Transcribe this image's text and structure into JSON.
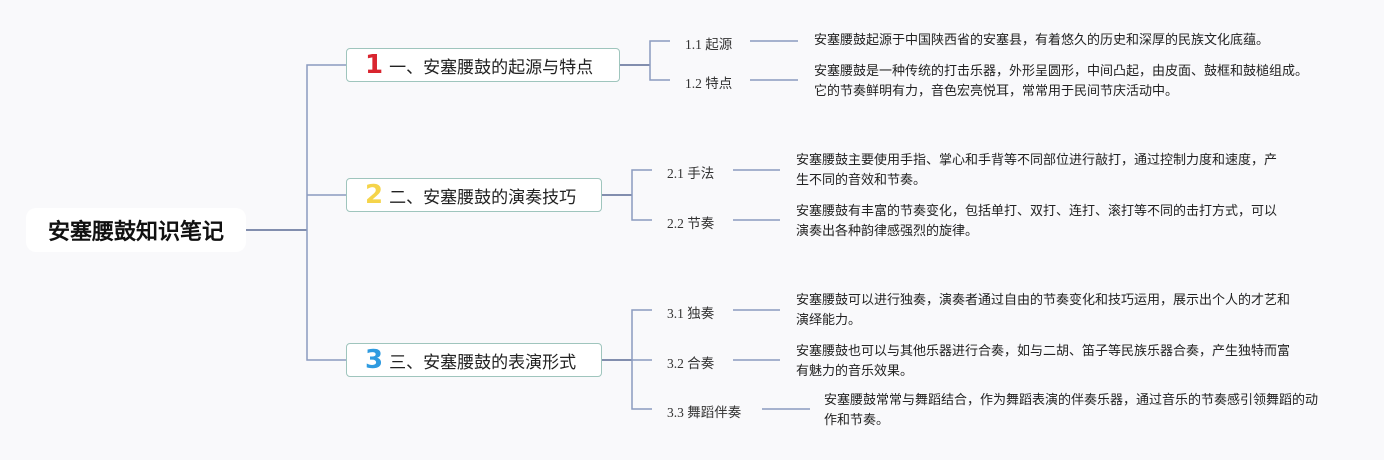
{
  "root": {
    "title": "安塞腰鼓知识笔记"
  },
  "colors": {
    "line": "#8b9bc0",
    "line_dark": "#5a6a95",
    "border": "#9fc5bd",
    "num1": "#d9252f",
    "num2": "#f5d44a",
    "num3": "#2f9be0"
  },
  "topics": [
    {
      "num": "1",
      "label": "一、安塞腰鼓的起源与特点",
      "subs": [
        {
          "label": "1.1 起源",
          "desc": "安塞腰鼓起源于中国陕西省的安塞县，有着悠久的历史和深厚的民族文化底蕴。"
        },
        {
          "label": "1.2 特点",
          "desc": "安塞腰鼓是一种传统的打击乐器，外形呈圆形，中间凸起，由皮面、鼓框和鼓槌组成。它的节奏鲜明有力，音色宏亮悦耳，常常用于民间节庆活动中。"
        }
      ]
    },
    {
      "num": "2",
      "label": "二、安塞腰鼓的演奏技巧",
      "subs": [
        {
          "label": "2.1 手法",
          "desc": "安塞腰鼓主要使用手指、掌心和手背等不同部位进行敲打，通过控制力度和速度，产生不同的音效和节奏。"
        },
        {
          "label": "2.2 节奏",
          "desc": "安塞腰鼓有丰富的节奏变化，包括单打、双打、连打、滚打等不同的击打方式，可以演奏出各种韵律感强烈的旋律。"
        }
      ]
    },
    {
      "num": "3",
      "label": "三、安塞腰鼓的表演形式",
      "subs": [
        {
          "label": "3.1 独奏",
          "desc": "安塞腰鼓可以进行独奏，演奏者通过自由的节奏变化和技巧运用，展示出个人的才艺和演绎能力。"
        },
        {
          "label": "3.2 合奏",
          "desc": "安塞腰鼓也可以与其他乐器进行合奏，如与二胡、笛子等民族乐器合奏，产生独特而富有魅力的音乐效果。"
        },
        {
          "label": "3.3 舞蹈伴奏",
          "desc": "安塞腰鼓常常与舞蹈结合，作为舞蹈表演的伴奏乐器，通过音乐的节奏感引领舞蹈的动作和节奏。"
        }
      ]
    }
  ]
}
